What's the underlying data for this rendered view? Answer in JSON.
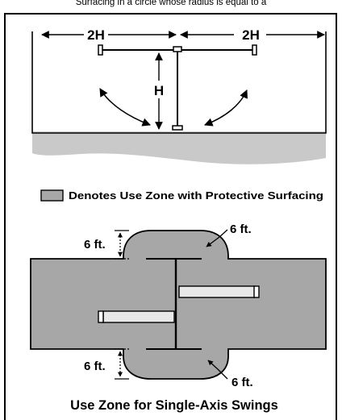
{
  "top_caption": "Surfacing in a circle whose radius is equal to a",
  "upper_diagram": {
    "dim_left": "2H",
    "dim_right": "2H",
    "dim_height": "H"
  },
  "legend": {
    "text": "Denotes Use Zone with Protective Surfacing",
    "swatch_color": "#a7a7a7"
  },
  "lower_diagram": {
    "dim_top_left": "6 ft.",
    "dim_top_right": "6 ft.",
    "dim_bottom_left": "6 ft.",
    "dim_bottom_right": "6 ft.",
    "caption": "Use Zone for Single-Axis Swings",
    "zone_color": "#a7a7a7"
  },
  "colors": {
    "ground": "#c9c9c9",
    "ink": "#000000"
  }
}
